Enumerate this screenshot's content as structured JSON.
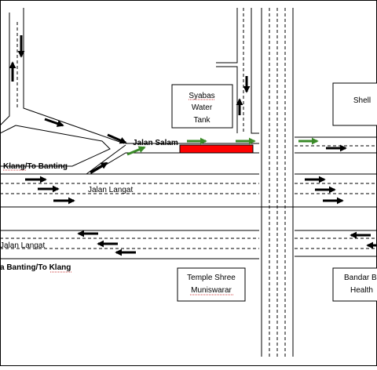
{
  "labels": {
    "jalan_salam": "Jalan Salam",
    "klang_banting": "Klang/To Banting",
    "jalan_langat_upper": "Jalan Langat",
    "jalan_langat_lower": "Jalan Langat",
    "banting_klang": "a Banting/To Klang"
  },
  "buildings": {
    "syabas": [
      "Syabas",
      "Water",
      "Tank"
    ],
    "shell": "Shell",
    "temple": [
      "Temple Shree",
      "Muniswarar"
    ],
    "bandar": [
      "Bandar B",
      "Health"
    ]
  },
  "colors": {
    "road": "#000000",
    "arrow_black": "#000000",
    "arrow_green": "#3a8a28",
    "highlight": "#ff0000",
    "background": "#ffffff"
  }
}
